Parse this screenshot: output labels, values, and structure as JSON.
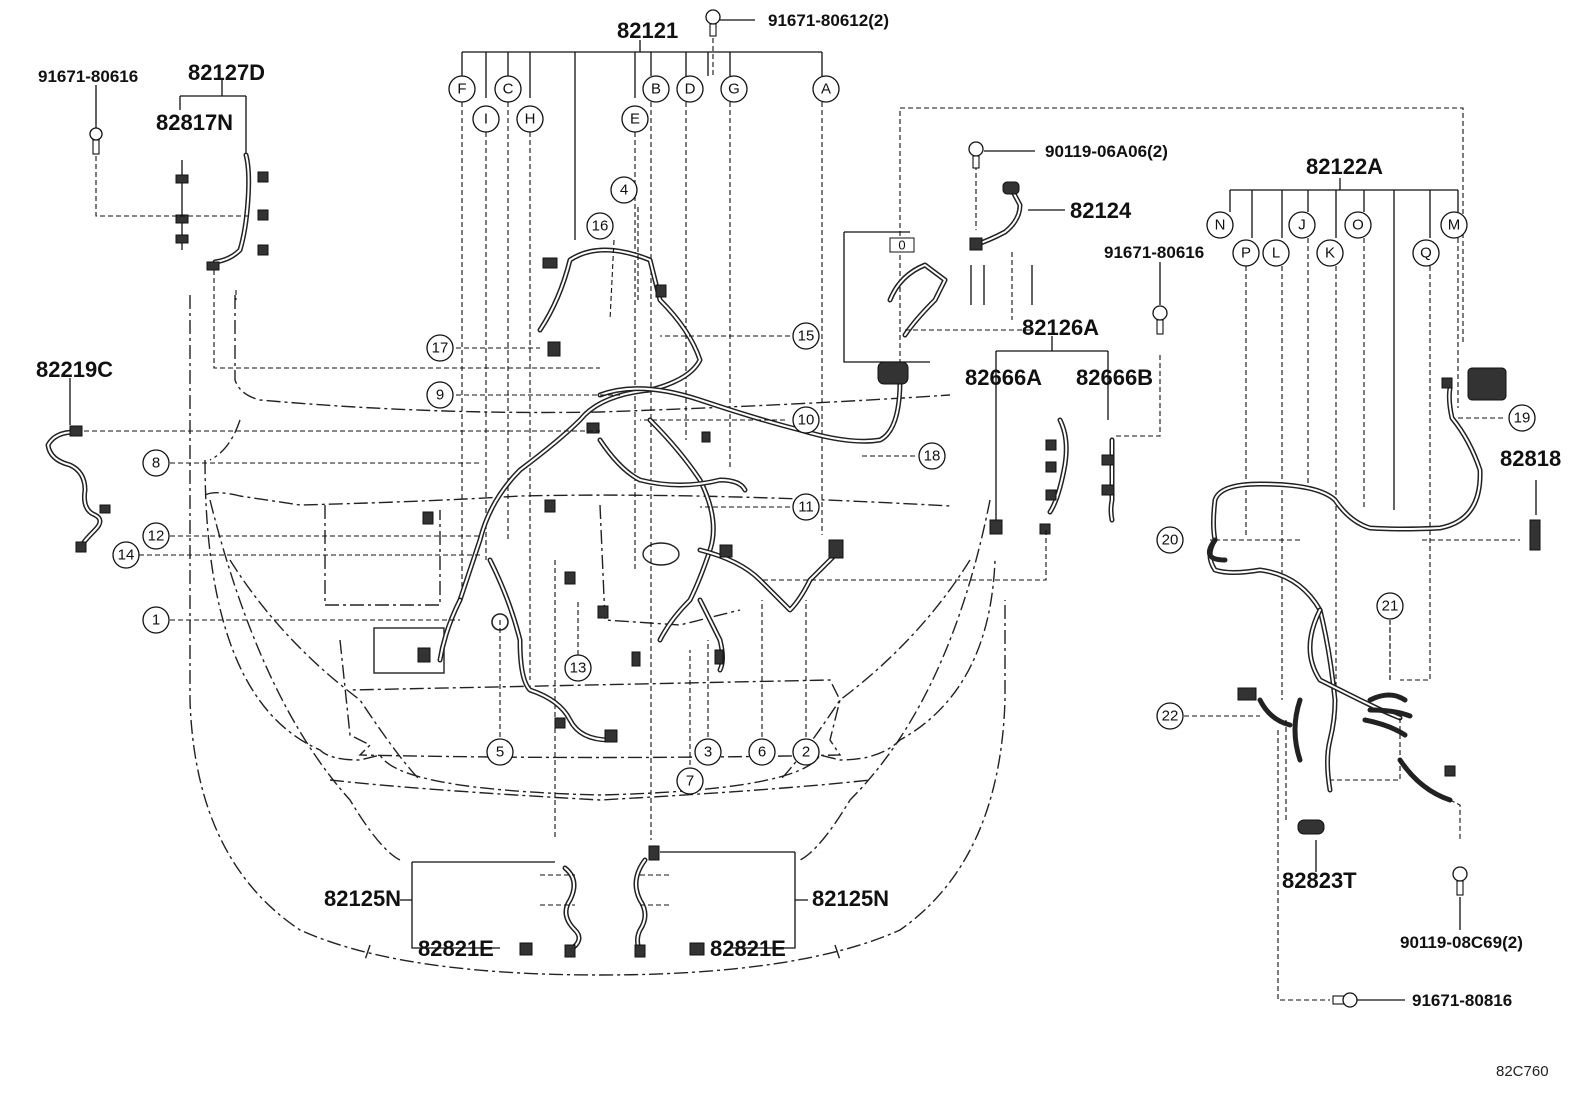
{
  "diagram_code": "82C760",
  "part_labels": {
    "p82121": "82121",
    "p82127D": "82127D",
    "p82817N": "82817N",
    "p82219C": "82219C",
    "p82124": "82124",
    "p82126A": "82126A",
    "p82666A": "82666A",
    "p82666B": "82666B",
    "p82122A": "82122A",
    "p82818": "82818",
    "p82823T": "82823T",
    "p82125N_left": "82125N",
    "p82125N_right": "82125N",
    "p82821E_left": "82821E",
    "p82821E_right": "82821E"
  },
  "bolt_labels": {
    "b91671_80612": "91671-80612(2)",
    "b91671_80616_left": "91671-80616",
    "b91671_80616_mid": "91671-80616",
    "b90119_06A06": "90119-06A06(2)",
    "b90119_08C69": "90119-08C69(2)",
    "b91671_80816": "91671-80816"
  },
  "letter_callouts": {
    "F": "F",
    "I": "I",
    "C": "C",
    "H": "H",
    "E": "E",
    "B": "B",
    "D": "D",
    "G": "G",
    "A": "A",
    "N": "N",
    "P": "P",
    "L": "L",
    "J": "J",
    "K": "K",
    "O": "O",
    "Q": "Q",
    "M": "M"
  },
  "number_callouts": {
    "n1": "1",
    "n2": "2",
    "n3": "3",
    "n4": "4",
    "n5": "5",
    "n6": "6",
    "n7": "7",
    "n8": "8",
    "n9": "9",
    "n10": "10",
    "n11": "11",
    "n12": "12",
    "n13": "13",
    "n14": "14",
    "n15": "15",
    "n16": "16",
    "n17": "17",
    "n18": "18",
    "n19": "19",
    "n20": "20",
    "n21": "21",
    "n22": "22"
  },
  "box_marker": "0"
}
